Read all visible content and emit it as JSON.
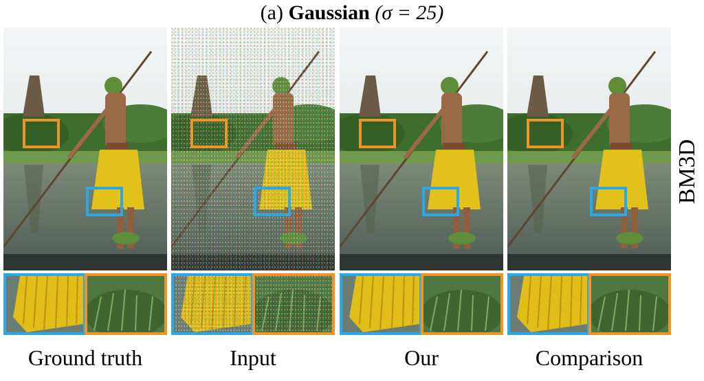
{
  "figure": {
    "title_prefix": "(a)",
    "title_bold": "Gaussian",
    "title_param": "(σ = 25)",
    "side_label": "BM3D",
    "columns": [
      {
        "caption": "Ground truth",
        "noisy": false
      },
      {
        "caption": "Input",
        "noisy": true
      },
      {
        "caption": "Our",
        "noisy": false
      },
      {
        "caption": "Comparison",
        "noisy": false
      }
    ],
    "colors": {
      "blue_box": "#2aa9e6",
      "orange_box": "#f0942a"
    }
  }
}
